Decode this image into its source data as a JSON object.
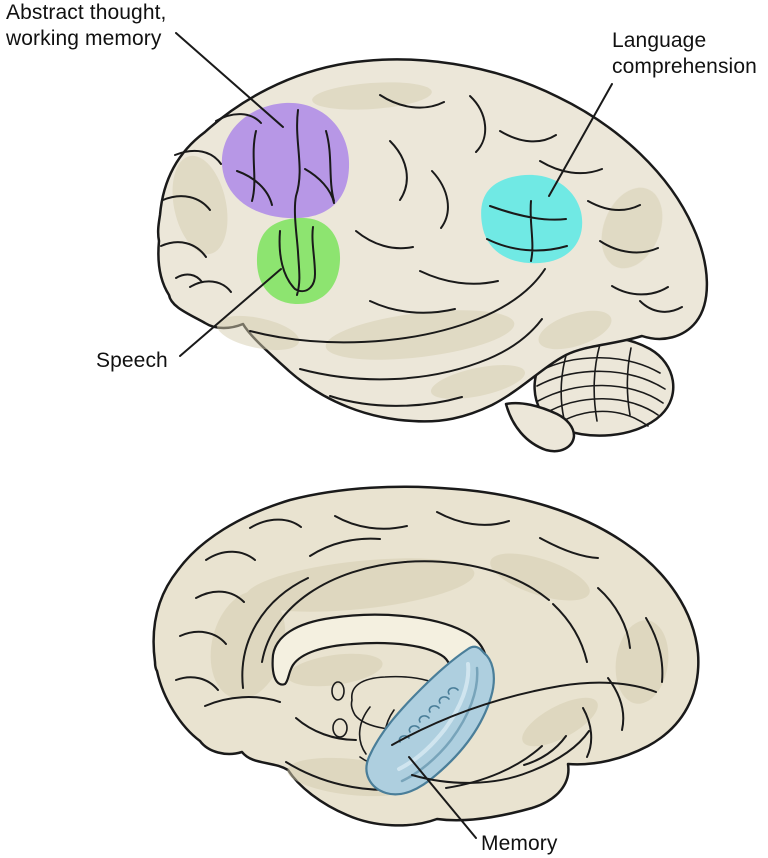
{
  "labels": {
    "abstract_thought": "Abstract thought,\nworking memory",
    "language_comprehension": "Language\ncomprehension",
    "speech": "Speech",
    "memory": "Memory"
  },
  "regions": [
    {
      "label": "Abstract thought, working memory",
      "color": "#b797e6",
      "view": "lateral brain"
    },
    {
      "label": "Speech",
      "color": "#8de470",
      "view": "lateral brain"
    },
    {
      "label": "Language comprehension",
      "color": "#70e9e4",
      "view": "lateral brain"
    },
    {
      "label": "Memory",
      "color": "#aecfdf",
      "view": "medial brain"
    }
  ],
  "colors": {
    "background": "#ffffff",
    "outline": "#1a1a1a",
    "label_text": "#111111",
    "brain_fill": "#ece7d9",
    "brain_fill_medial": "#e9e3d0",
    "shading": "#d5cdaf",
    "corpus_callosum_fill": "#f4f0e0",
    "abstract_thought_region": "#b797e6",
    "speech_region": "#8de470",
    "language_comprehension_region": "#70e9e4",
    "memory_region_fill": "#aecfdf",
    "memory_region_outline": "#4a7e99",
    "memory_region_shadow": "#6f9cb4",
    "memory_region_highlight": "#d6e9f2"
  }
}
